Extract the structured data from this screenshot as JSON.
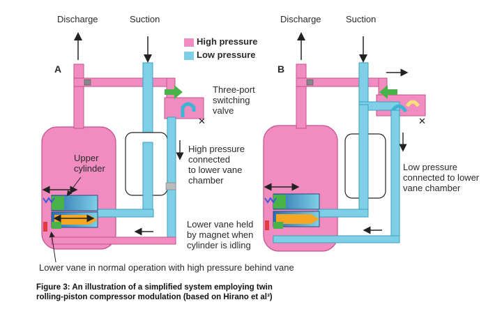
{
  "colors": {
    "high_pressure": "#f08cc0",
    "high_pressure_dark": "#e65aa6",
    "low_pressure": "#7fd0e6",
    "low_pressure_dark": "#3cb4d4",
    "vane_orange": "#f5a623",
    "green": "#49b34a",
    "red": "#e23b3b",
    "blue_spring": "#3a5ad8",
    "yellow": "#f6e27a"
  },
  "legend": {
    "high": "High pressure",
    "low": "Low pressure"
  },
  "panel_a": {
    "id": "A",
    "discharge": "Discharge",
    "suction": "Suction",
    "switching_valve": [
      "Three-port",
      "switching",
      "valve"
    ],
    "upper_cylinder": [
      "Upper",
      "cylinder"
    ],
    "high_connected": [
      "High pressure",
      "connected",
      "to lower vane",
      "chamber"
    ],
    "lower_vane_held": [
      "Lower vane held",
      "by magnet when",
      "cylinder is idling"
    ],
    "lower_vane_normal": "Lower vane in normal operation with high pressure behind vane"
  },
  "panel_b": {
    "id": "B",
    "discharge": "Discharge",
    "suction": "Suction",
    "low_connected": [
      "Low pressure",
      "connected to lower",
      "vane chamber"
    ]
  },
  "caption": [
    "Figure 3: An illustration of a simplified system employing twin",
    "rolling-piston compressor modulation (based on Hirano et al³)"
  ]
}
